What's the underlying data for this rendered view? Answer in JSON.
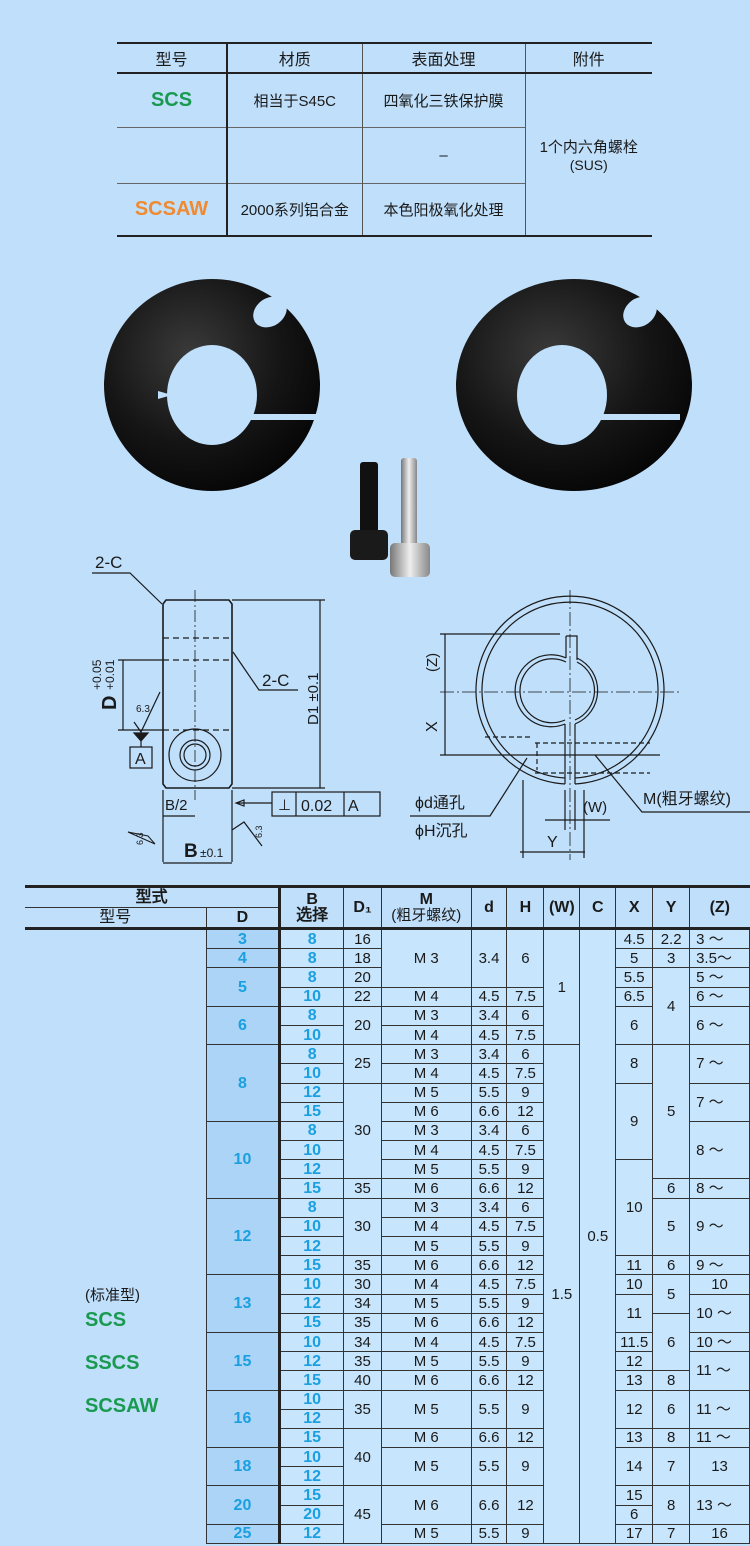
{
  "spec_table": {
    "headers": [
      "型号",
      "材质",
      "表面处理",
      "附件"
    ],
    "rows": [
      {
        "model": "SCS",
        "material": "相当于S45C",
        "surface": "四氧化三铁保护膜"
      },
      {
        "model": "",
        "material": "",
        "surface": "–"
      },
      {
        "model": "SCSAW",
        "material": "2000系列铝合金",
        "surface": "本色阳极氧化处理"
      }
    ],
    "accessory_line1": "1个内六角螺栓",
    "accessory_line2": "(SUS)"
  },
  "colors": {
    "page_bg": "#bfdffb",
    "model_green": "#1a9a50",
    "model_orange": "#f08a30",
    "dim_blue": "#1aa0e0"
  },
  "drawing": {
    "chamfer_label_1": "2-C",
    "chamfer_label_2": "2-C",
    "d_label": "D",
    "d_tol_upper": "+0.05",
    "d_tol_lower": "+0.01",
    "d1_label": "D1 ±0.1",
    "roughness": "6.3",
    "datum": "A",
    "half_b": "B/2",
    "b_label": "B",
    "b_tol": "±0.1",
    "perp_symbol": "⊥",
    "perp_value": "0.02",
    "perp_datum": "A",
    "z_label": "(Z)",
    "x_label": "X",
    "w_label": "(W)",
    "y_label": "Y",
    "through_hole": "ϕd通孔",
    "counterbore": "ϕH沉孔",
    "thread": "M(粗牙螺纹)"
  },
  "dims_table": {
    "header_group": "型式",
    "headers": {
      "model": "型号",
      "D": "D",
      "B": "B",
      "B_sub": "选择",
      "D1": "D₁",
      "M": "M",
      "M_sub": "(粗牙螺纹)",
      "d": "d",
      "H": "H",
      "W": "(W)",
      "C": "C",
      "X": "X",
      "Y": "Y",
      "Z": "(Z)"
    },
    "series_note": "(标准型)",
    "series": [
      "SCS",
      "SSCS",
      "SCSAW"
    ],
    "rows": [
      [
        {
          "t": "3",
          "c": "D"
        },
        {
          "t": "8",
          "c": "B"
        },
        "16",
        {
          "t": "M 3",
          "rs": 3
        },
        {
          "t": "3.4",
          "rs": 3
        },
        {
          "t": "6",
          "rs": 3
        },
        {
          "t": "1",
          "rs": 6
        },
        {
          "t": "0.5",
          "rs": 32
        },
        "4.5",
        "2.2",
        {
          "t": "3 ～",
          "c": "al"
        }
      ],
      [
        {
          "t": "4",
          "c": "D"
        },
        {
          "t": "8",
          "c": "B"
        },
        "18",
        "5",
        "3",
        {
          "t": "3.5～",
          "c": "al"
        }
      ],
      [
        {
          "t": "5",
          "c": "D",
          "rs": 2
        },
        {
          "t": "8",
          "c": "B"
        },
        "20",
        "5.5",
        {
          "t": "4",
          "rs": 4
        },
        {
          "t": "5 ～",
          "c": "al"
        }
      ],
      [
        {
          "t": "10",
          "c": "B"
        },
        "22",
        "M 4",
        "4.5",
        "7.5",
        "6.5",
        {
          "t": "6 ～",
          "c": "al"
        }
      ],
      [
        {
          "t": "6",
          "c": "D",
          "rs": 2
        },
        {
          "t": "8",
          "c": "B"
        },
        {
          "t": "20",
          "rs": 2
        },
        "M 3",
        "3.4",
        "6",
        {
          "t": "6",
          "rs": 2
        },
        {
          "t": "6 ～",
          "c": "al",
          "rs": 2
        }
      ],
      [
        {
          "t": "10",
          "c": "B"
        },
        "M 4",
        "4.5",
        "7.5"
      ],
      [
        {
          "t": "8",
          "c": "D",
          "rs": 4
        },
        {
          "t": "8",
          "c": "B"
        },
        {
          "t": "25",
          "rs": 2
        },
        "M 3",
        "3.4",
        "6",
        {
          "t": "1.5",
          "rs": 26
        },
        {
          "t": "8",
          "rs": 2
        },
        {
          "t": "5",
          "rs": 7
        },
        {
          "t": "7 ～",
          "c": "al",
          "rs": 2
        }
      ],
      [
        {
          "t": "10",
          "c": "B"
        },
        "M 4",
        "4.5",
        "7.5"
      ],
      [
        {
          "t": "12",
          "c": "B"
        },
        {
          "t": "30",
          "rs": 5
        },
        "M 5",
        "5.5",
        "9",
        {
          "t": "9",
          "rs": 4
        },
        {
          "t": "7 ～",
          "c": "al",
          "rs": 2
        }
      ],
      [
        {
          "t": "15",
          "c": "B"
        },
        "M 6",
        "6.6",
        "12"
      ],
      [
        {
          "t": "10",
          "c": "D",
          "rs": 4
        },
        {
          "t": "8",
          "c": "B"
        },
        "M 3",
        "3.4",
        "6",
        {
          "t": "8 ～",
          "c": "al",
          "rs": 3
        }
      ],
      [
        {
          "t": "10",
          "c": "B"
        },
        "M 4",
        "4.5",
        "7.5"
      ],
      [
        {
          "t": "12",
          "c": "B"
        },
        "M 5",
        "5.5",
        "9",
        {
          "t": "10",
          "rs": 5
        }
      ],
      [
        {
          "t": "15",
          "c": "B"
        },
        "35",
        "M 6",
        "6.6",
        "12",
        "6",
        {
          "t": "8 ～",
          "c": "al"
        }
      ],
      [
        {
          "t": "12",
          "c": "D",
          "rs": 4
        },
        {
          "t": "8",
          "c": "B"
        },
        {
          "t": "30",
          "rs": 3
        },
        "M 3",
        "3.4",
        "6",
        {
          "t": "5",
          "rs": 3
        },
        {
          "t": "9 ～",
          "c": "al",
          "rs": 3
        }
      ],
      [
        {
          "t": "10",
          "c": "B"
        },
        "M 4",
        "4.5",
        "7.5"
      ],
      [
        {
          "t": "12",
          "c": "B"
        },
        "M 5",
        "5.5",
        "9"
      ],
      [
        {
          "t": "15",
          "c": "B"
        },
        "35",
        "M 6",
        "6.6",
        "12",
        "11",
        "6",
        {
          "t": "9 ～",
          "c": "al"
        }
      ],
      [
        {
          "t": "13",
          "c": "D",
          "rs": 3
        },
        {
          "t": "10",
          "c": "B"
        },
        "30",
        "M 4",
        "4.5",
        "7.5",
        "10",
        {
          "t": "5",
          "rs": 2
        },
        "10"
      ],
      [
        {
          "t": "12",
          "c": "B"
        },
        "34",
        "M 5",
        "5.5",
        "9",
        {
          "t": "11",
          "rs": 2
        },
        {
          "t": "10 ～",
          "c": "al",
          "rs": 2
        }
      ],
      [
        {
          "t": "15",
          "c": "B"
        },
        "35",
        "M 6",
        "6.6",
        "12",
        {
          "t": "6",
          "rs": 3
        }
      ],
      [
        {
          "t": "15",
          "c": "D",
          "rs": 3
        },
        {
          "t": "10",
          "c": "B"
        },
        "34",
        "M 4",
        "4.5",
        "7.5",
        "11.5",
        {
          "t": "10 ～",
          "c": "al"
        }
      ],
      [
        {
          "t": "12",
          "c": "B"
        },
        "35",
        "M 5",
        "5.5",
        "9",
        "12",
        {
          "t": "11 ～",
          "c": "al",
          "rs": 2
        }
      ],
      [
        {
          "t": "15",
          "c": "B"
        },
        "40",
        "M 6",
        "6.6",
        "12",
        "13",
        "8"
      ],
      [
        {
          "t": "16",
          "c": "D",
          "rs": 3
        },
        {
          "t": "10",
          "c": "B"
        },
        {
          "t": "35",
          "rs": 2
        },
        {
          "t": "M 5",
          "rs": 2
        },
        {
          "t": "5.5",
          "rs": 2
        },
        {
          "t": "9",
          "rs": 2
        },
        {
          "t": "12",
          "rs": 2
        },
        {
          "t": "6",
          "rs": 2
        },
        {
          "t": "11 ～",
          "c": "al",
          "rs": 2
        }
      ],
      [
        {
          "t": "12",
          "c": "B"
        }
      ],
      [
        {
          "t": "15",
          "c": "B"
        },
        {
          "t": "40",
          "rs": 3
        },
        "M 6",
        "6.6",
        "12",
        "13",
        "8",
        {
          "t": "11 ～",
          "c": "al"
        }
      ],
      [
        {
          "t": "18",
          "c": "D",
          "rs": 2
        },
        {
          "t": "10",
          "c": "B"
        },
        {
          "t": "M 5",
          "rs": 2
        },
        {
          "t": "5.5",
          "rs": 2
        },
        {
          "t": "9",
          "rs": 2
        },
        {
          "t": "14",
          "rs": 2
        },
        {
          "t": "7",
          "rs": 2
        },
        {
          "t": "13",
          "rs": 2
        }
      ],
      [
        {
          "t": "12",
          "c": "B"
        }
      ],
      [
        {
          "t": "20",
          "c": "D",
          "rs": 2
        },
        {
          "t": "15",
          "c": "B"
        },
        {
          "t": "45",
          "rs": 3
        },
        {
          "t": "M 6",
          "rs": 2
        },
        {
          "t": "6.6",
          "rs": 2
        },
        {
          "t": "12",
          "rs": 2
        },
        "15",
        {
          "t": "8",
          "rs": 2
        },
        {
          "t": "13 ～",
          "c": "al",
          "rs": 2
        }
      ],
      [
        {
          "t": "20",
          "c": "B"
        },
        "6"
      ],
      [
        {
          "t": "25",
          "c": "D",
          "rs": 2
        },
        {
          "t": "12",
          "c": "B"
        },
        "M 5",
        "5.5",
        "9",
        "17",
        "7",
        "16"
      ]
    ]
  }
}
